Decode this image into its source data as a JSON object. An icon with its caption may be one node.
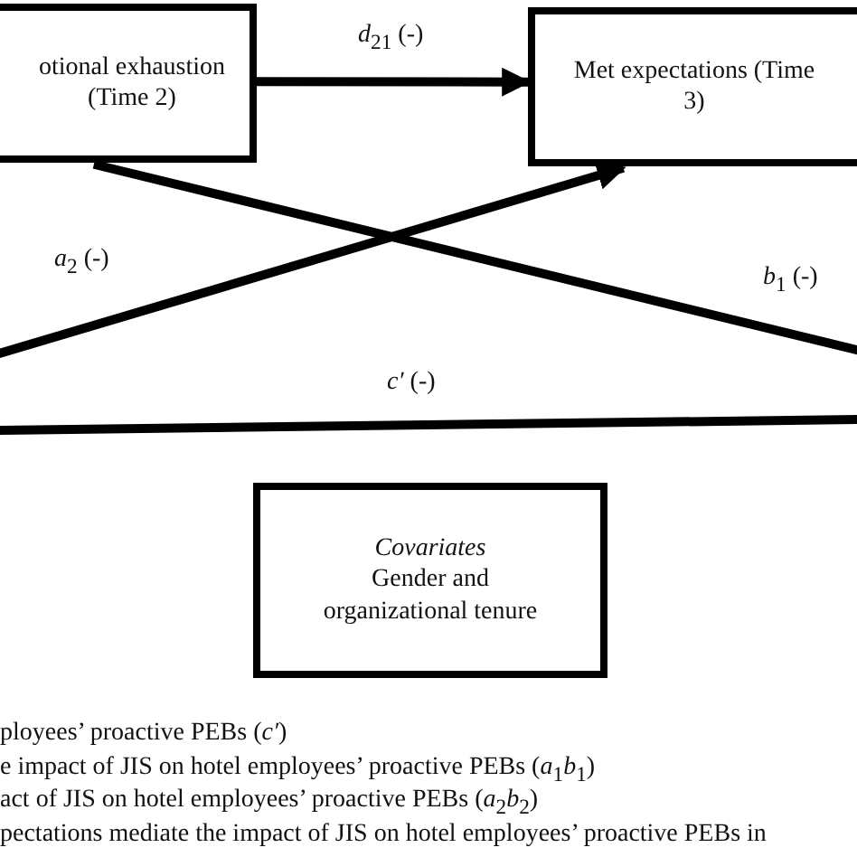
{
  "diagram": {
    "nodes": [
      {
        "text": [
          "otional exhaustion (Time 2)"
        ]
      },
      {
        "text": [
          "Met expectations (Time 3)"
        ]
      },
      {
        "text": [
          "Covariates",
          "Gender and organizational tenure"
        ]
      }
    ],
    "edges": [
      {
        "from": 0,
        "to": 1,
        "arrow": "to",
        "label": "*d*$_{21}$ (-)"
      },
      {
        "from": null,
        "to": 1,
        "arrow": "to",
        "label": "*a*$_{2}$ (-)"
      },
      {
        "from": 0,
        "to": null,
        "arrow": "none",
        "label": "*b*$_{1}$ (-)"
      }
    ],
    "labels": [
      "*c′* (-)",
      "ployees’ proactive PEBs (*c′*)",
      "e impact of JIS on hotel employees’ proactive PEBs (*a*$_{1}$*b*$_{1}$)",
      "act of JIS on hotel employees’ proactive PEBs (*a*$_{2}$*b*$_{2}$)",
      "pectations mediate the impact of JIS on hotel employees’ proactive PEBs in"
    ]
  }
}
